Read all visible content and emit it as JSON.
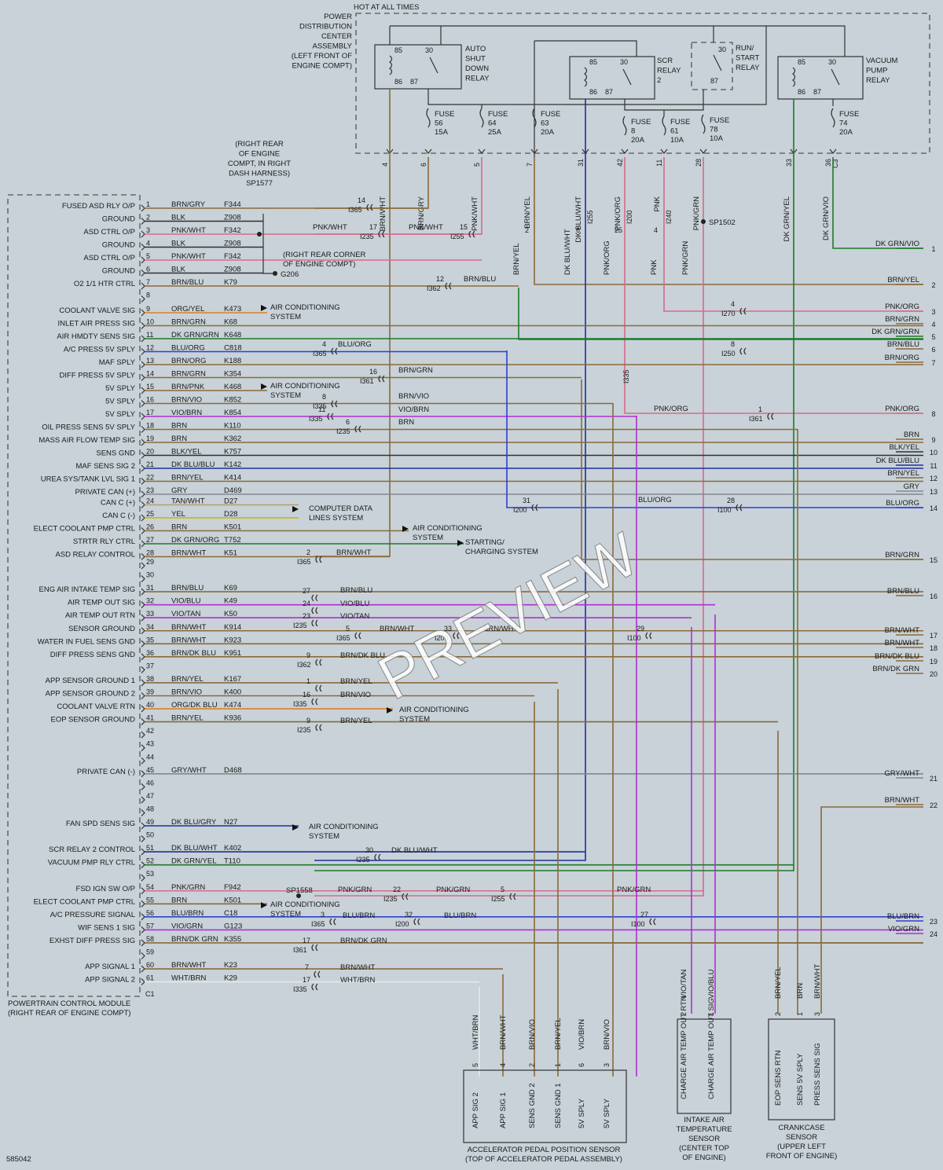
{
  "header": {
    "hot_at_all_times": "HOT AT ALL TIMES",
    "pdc": [
      "POWER",
      "DISTRIBUTION",
      "CENTER",
      "ASSEMBLY",
      "(LEFT FRONT OF",
      "ENGINE COMPT)"
    ],
    "rr_engine": [
      "(RIGHT REAR",
      "OF ENGINE",
      "COMPT, IN RIGHT",
      "DASH HARNESS)",
      "SP1577"
    ],
    "rr_corner": [
      "(RIGHT REAR CORNER",
      "OF ENGINE COMPT)"
    ],
    "g206": "G206",
    "sp1502": "SP1502",
    "sp1558": "SP1558"
  },
  "relays": [
    {
      "name": [
        "AUTO",
        "SHUT",
        "DOWN",
        "RELAY"
      ]
    },
    {
      "name": [
        "SCR",
        "RELAY",
        "2"
      ]
    },
    {
      "name": [
        "RUN/",
        "START",
        "RELAY"
      ]
    },
    {
      "name": [
        "VACUUM",
        "PUMP",
        "RELAY"
      ]
    }
  ],
  "relay_pins": [
    "85",
    "30",
    "86",
    "87"
  ],
  "fuses": [
    {
      "label": [
        "FUSE",
        "56",
        "15A"
      ]
    },
    {
      "label": [
        "FUSE",
        "64",
        "25A"
      ]
    },
    {
      "label": [
        "FUSE",
        "63",
        "20A"
      ]
    },
    {
      "label": [
        "FUSE",
        "8",
        "20A"
      ]
    },
    {
      "label": [
        "FUSE",
        "61",
        "10A"
      ]
    },
    {
      "label": [
        "FUSE",
        "78",
        "10A"
      ]
    },
    {
      "label": [
        "FUSE",
        "74",
        "20A"
      ]
    }
  ],
  "pdc_pins": [
    "4",
    "6",
    "5",
    "7",
    "31",
    "42",
    "11",
    "28",
    "33",
    "36"
  ],
  "pdc_connector": "C3",
  "vertical_wire_labels": [
    "BRN/WHT",
    "BRN/GRY",
    "PNK/WHT",
    "BRN/YEL",
    "DK BLU/WHT",
    "PNK/ORG",
    "PNK",
    "PNK/GRN",
    "DK GRN/YEL",
    "DK GRN/VIO"
  ],
  "pcm": {
    "name": [
      "POWERTRAIN CONTROL MODULE",
      "(RIGHT REAR OF ENGINE COMPT)"
    ],
    "connector": "C1",
    "pins": [
      {
        "pin": "1",
        "func": "FUSED ASD RLY O/P",
        "color": "BRN/GRY",
        "circuit": "F344"
      },
      {
        "pin": "2",
        "func": "GROUND",
        "color": "BLK",
        "circuit": "Z908"
      },
      {
        "pin": "3",
        "func": "ASD CTRL O/P",
        "color": "PNK/WHT",
        "circuit": "F342"
      },
      {
        "pin": "4",
        "func": "GROUND",
        "color": "BLK",
        "circuit": "Z908"
      },
      {
        "pin": "5",
        "func": "ASD CTRL O/P",
        "color": "PNK/WHT",
        "circuit": "F342"
      },
      {
        "pin": "6",
        "func": "GROUND",
        "color": "BLK",
        "circuit": "Z908"
      },
      {
        "pin": "7",
        "func": "O2 1/1 HTR CTRL",
        "color": "BRN/BLU",
        "circuit": "K79"
      },
      {
        "pin": "8",
        "func": "",
        "color": "",
        "circuit": ""
      },
      {
        "pin": "9",
        "func": "COOLANT VALVE SIG",
        "color": "ORG/YEL",
        "circuit": "K473"
      },
      {
        "pin": "10",
        "func": "INLET AIR PRESS SIG",
        "color": "BRN/GRN",
        "circuit": "K68"
      },
      {
        "pin": "11",
        "func": "AIR HMDTY SENS SIG",
        "color": "DK GRN/GRN",
        "circuit": "K648"
      },
      {
        "pin": "12",
        "func": "A/C PRESS 5V SPLY",
        "color": "BLU/ORG",
        "circuit": "C818"
      },
      {
        "pin": "13",
        "func": "MAF SPLY",
        "color": "BRN/ORG",
        "circuit": "K188"
      },
      {
        "pin": "14",
        "func": "DIFF PRESS 5V SPLY",
        "color": "BRN/GRN",
        "circuit": "K354"
      },
      {
        "pin": "15",
        "func": "5V SPLY",
        "color": "BRN/PNK",
        "circuit": "K468"
      },
      {
        "pin": "16",
        "func": "5V SPLY",
        "color": "BRN/VIO",
        "circuit": "K852"
      },
      {
        "pin": "17",
        "func": "5V SPLY",
        "color": "VIO/BRN",
        "circuit": "K854"
      },
      {
        "pin": "18",
        "func": "OIL PRESS SENS 5V SPLY",
        "color": "BRN",
        "circuit": "K110"
      },
      {
        "pin": "19",
        "func": "MASS AIR FLOW TEMP SIG",
        "color": "BRN",
        "circuit": "K362"
      },
      {
        "pin": "20",
        "func": "SENS GND",
        "color": "BLK/YEL",
        "circuit": "K757"
      },
      {
        "pin": "21",
        "func": "MAF SENS SIG 2",
        "color": "DK BLU/BLU",
        "circuit": "K142"
      },
      {
        "pin": "22",
        "func": "UREA SYS/TANK LVL SIG 1",
        "color": "BRN/YEL",
        "circuit": "K414"
      },
      {
        "pin": "23",
        "func": "PRIVATE CAN (+)",
        "color": "GRY",
        "circuit": "D469"
      },
      {
        "pin": "24",
        "func": "CAN C (+)",
        "color": "TAN/WHT",
        "circuit": "D27"
      },
      {
        "pin": "25",
        "func": "CAN C (-)",
        "color": "YEL",
        "circuit": "D28"
      },
      {
        "pin": "26",
        "func": "ELECT COOLANT PMP CTRL",
        "color": "BRN",
        "circuit": "K501"
      },
      {
        "pin": "27",
        "func": "STRTR RLY CTRL",
        "color": "DK GRN/ORG",
        "circuit": "T752"
      },
      {
        "pin": "28",
        "func": "ASD RELAY CONTROL",
        "color": "BRN/WHT",
        "circuit": "K51"
      },
      {
        "pin": "29",
        "func": "",
        "color": "",
        "circuit": ""
      },
      {
        "pin": "30",
        "func": "",
        "color": "",
        "circuit": ""
      },
      {
        "pin": "31",
        "func": "ENG AIR INTAKE TEMP SIG",
        "color": "BRN/BLU",
        "circuit": "K69"
      },
      {
        "pin": "32",
        "func": "AIR TEMP OUT SIG",
        "color": "VIO/BLU",
        "circuit": "K49"
      },
      {
        "pin": "33",
        "func": "AIR TEMP OUT RTN",
        "color": "VIO/TAN",
        "circuit": "K50"
      },
      {
        "pin": "34",
        "func": "SENSOR GROUND",
        "color": "BRN/WHT",
        "circuit": "K914"
      },
      {
        "pin": "35",
        "func": "WATER IN FUEL SENS GND",
        "color": "BRN/WHT",
        "circuit": "K923"
      },
      {
        "pin": "36",
        "func": "DIFF PRESS SENS GND",
        "color": "BRN/DK BLU",
        "circuit": "K951"
      },
      {
        "pin": "37",
        "func": "",
        "color": "",
        "circuit": ""
      },
      {
        "pin": "38",
        "func": "APP SENSOR GROUND 1",
        "color": "BRN/YEL",
        "circuit": "K167"
      },
      {
        "pin": "39",
        "func": "APP SENSOR GROUND 2",
        "color": "BRN/VIO",
        "circuit": "K400"
      },
      {
        "pin": "40",
        "func": "COOLANT VALVE RTN",
        "color": "ORG/DK BLU",
        "circuit": "K474"
      },
      {
        "pin": "41",
        "func": "EOP SENSOR GROUND",
        "color": "BRN/YEL",
        "circuit": "K936"
      },
      {
        "pin": "42",
        "func": "",
        "color": "",
        "circuit": ""
      },
      {
        "pin": "43",
        "func": "",
        "color": "",
        "circuit": ""
      },
      {
        "pin": "44",
        "func": "",
        "color": "",
        "circuit": ""
      },
      {
        "pin": "45",
        "func": "PRIVATE CAN (-)",
        "color": "GRY/WHT",
        "circuit": "D468"
      },
      {
        "pin": "46",
        "func": "",
        "color": "",
        "circuit": ""
      },
      {
        "pin": "47",
        "func": "",
        "color": "",
        "circuit": ""
      },
      {
        "pin": "48",
        "func": "",
        "color": "",
        "circuit": ""
      },
      {
        "pin": "49",
        "func": "FAN SPD SENS SIG",
        "color": "DK BLU/GRY",
        "circuit": "N27"
      },
      {
        "pin": "50",
        "func": "",
        "color": "",
        "circuit": ""
      },
      {
        "pin": "51",
        "func": "SCR RELAY 2 CONTROL",
        "color": "DK BLU/WHT",
        "circuit": "K402"
      },
      {
        "pin": "52",
        "func": "VACUUM PMP RLY CTRL",
        "color": "DK GRN/YEL",
        "circuit": "T110"
      },
      {
        "pin": "53",
        "func": "",
        "color": "",
        "circuit": ""
      },
      {
        "pin": "54",
        "func": "FSD IGN SW O/P",
        "color": "PNK/GRN",
        "circuit": "F942"
      },
      {
        "pin": "55",
        "func": "ELECT COOLANT PMP CTRL",
        "color": "BRN",
        "circuit": "K501"
      },
      {
        "pin": "56",
        "func": "A/C PRESSURE SIGNAL",
        "color": "BLU/BRN",
        "circuit": "C18"
      },
      {
        "pin": "57",
        "func": "WIF SENS 1 SIG",
        "color": "VIO/GRN",
        "circuit": "G123"
      },
      {
        "pin": "58",
        "func": "EXHST DIFF PRESS SIG",
        "color": "BRN/DK GRN",
        "circuit": "K355"
      },
      {
        "pin": "59",
        "func": "",
        "color": "",
        "circuit": ""
      },
      {
        "pin": "60",
        "func": "APP SIGNAL 1",
        "color": "BRN/WHT",
        "circuit": "K23"
      },
      {
        "pin": "61",
        "func": "APP SIGNAL 2",
        "color": "WHT/BRN",
        "circuit": "K29"
      }
    ]
  },
  "inline_connectors": [
    {
      "pin": "14",
      "conn": "I365"
    },
    {
      "pin": "17",
      "conn": "I235"
    },
    {
      "pin": "15",
      "conn": "I255"
    },
    {
      "pin": "12",
      "conn": "I362"
    },
    {
      "pin": "4",
      "conn": "I365"
    },
    {
      "pin": "16",
      "conn": "I361"
    },
    {
      "pin": "8",
      "conn": "I335"
    },
    {
      "pin": "11",
      "conn": "I335"
    },
    {
      "pin": "6",
      "conn": "I235"
    },
    {
      "pin": "2",
      "conn": "I365"
    },
    {
      "pin": "27",
      "conn": ""
    },
    {
      "pin": "24",
      "conn": ""
    },
    {
      "pin": "23",
      "conn": "I235"
    },
    {
      "pin": "5",
      "conn": "I365"
    },
    {
      "pin": "9",
      "conn": "I362"
    },
    {
      "pin": "1",
      "conn": ""
    },
    {
      "pin": "16",
      "conn": "I335"
    },
    {
      "pin": "9",
      "conn": "I235"
    },
    {
      "pin": "30",
      "conn": "I235"
    },
    {
      "pin": "22",
      "conn": "I235"
    },
    {
      "pin": "3",
      "conn": "I365"
    },
    {
      "pin": "32",
      "conn": "I200"
    },
    {
      "pin": "17",
      "conn": "I361"
    },
    {
      "pin": "7",
      "conn": ""
    },
    {
      "pin": "17",
      "conn": "I335"
    },
    {
      "pin": "33",
      "conn": "I200"
    },
    {
      "pin": "29",
      "conn": "I100"
    },
    {
      "pin": "31",
      "conn": "I200"
    },
    {
      "pin": "28",
      "conn": "I100"
    },
    {
      "pin": "4",
      "conn": "I270"
    },
    {
      "pin": "8",
      "conn": "I250"
    },
    {
      "pin": "1",
      "conn": "I361"
    },
    {
      "pin": "5",
      "conn": "I255"
    },
    {
      "pin": "27",
      "conn": "I100"
    }
  ],
  "mid_labels": [
    "PNK/WHT",
    "PNK/WHT",
    "BRN/BLU",
    "BLU/ORG",
    "BRN/GRN",
    "BRN/VIO",
    "VIO/BRN",
    "BRN",
    "PNK/ORG",
    "BLU/ORG",
    "BRN/WHT",
    "BRN/BLU",
    "VIO/BLU",
    "VIO/TAN",
    "BRN/WHT",
    "BRN/WHT",
    "BRN/DK BLU",
    "BRN/YEL",
    "BRN/VIO",
    "BRN/YEL",
    "DK BLU/WHT",
    "PNK/GRN",
    "PNK/GRN",
    "PNK/GRN",
    "BLU/BRN",
    "BLU/BRN",
    "BRN/DK GRN",
    "BRN/WHT",
    "WHT/BRN"
  ],
  "mid_vertical_labels": [
    "BRN/YEL",
    "DK BLU/WHT",
    "PNK/ORG",
    "PNK",
    "PNK/GRN"
  ],
  "mid_vertical_pins": [
    "2",
    "6",
    "25",
    "4"
  ],
  "mid_vertical_conns": [
    "I255",
    "I200",
    "I240",
    "I335"
  ],
  "branch_labels": [
    {
      "text": [
        "AIR CONDITIONING",
        "SYSTEM"
      ]
    },
    {
      "text": [
        "AIR CONDITIONING",
        "SYSTEM"
      ]
    },
    {
      "text": [
        "COMPUTER DATA",
        "LINES SYSTEM"
      ]
    },
    {
      "text": [
        "AIR CONDITIONING",
        "SYSTEM"
      ]
    },
    {
      "text": [
        "STARTING/",
        "CHARGING SYSTEM"
      ]
    },
    {
      "text": [
        "AIR CONDITIONING",
        "SYSTEM"
      ]
    },
    {
      "text": [
        "AIR CONDITIONING",
        "SYSTEM"
      ]
    },
    {
      "text": [
        "AIR CONDITIONING",
        "SYSTEM"
      ]
    }
  ],
  "right_outputs": [
    {
      "num": "1",
      "color": "DK GRN/VIO"
    },
    {
      "num": "2",
      "color": "BRN/YEL"
    },
    {
      "num": "3",
      "color": "PNK/ORG"
    },
    {
      "num": "4",
      "color": "BRN/GRN"
    },
    {
      "num": "5",
      "color": "DK GRN/GRN"
    },
    {
      "num": "6",
      "color": "BRN/BLU"
    },
    {
      "num": "7",
      "color": "BRN/ORG"
    },
    {
      "num": "8",
      "color": "PNK/ORG"
    },
    {
      "num": "9",
      "color": "BRN"
    },
    {
      "num": "10",
      "color": "BLK/YEL"
    },
    {
      "num": "11",
      "color": "DK BLU/BLU"
    },
    {
      "num": "12",
      "color": "BRN/YEL"
    },
    {
      "num": "13",
      "color": "GRY"
    },
    {
      "num": "14",
      "color": "BLU/ORG"
    },
    {
      "num": "15",
      "color": "BRN/GRN"
    },
    {
      "num": "16",
      "color": "BRN/BLU"
    },
    {
      "num": "17",
      "color": "BRN/WHT"
    },
    {
      "num": "18",
      "color": "BRN/WHT"
    },
    {
      "num": "19",
      "color": "BRN/DK BLU"
    },
    {
      "num": "20",
      "color": "BRN/DK GRN"
    },
    {
      "num": "21",
      "color": "GRY/WHT"
    },
    {
      "num": "22",
      "color": "BRN/WHT"
    },
    {
      "num": "23",
      "color": "BLU/BRN"
    },
    {
      "num": "24",
      "color": "VIO/GRN"
    }
  ],
  "app_sensor": {
    "name": [
      "ACCELERATOR PEDAL POSITION SENSOR",
      "(TOP OF ACCELERATOR PEDAL ASSEMBLY)"
    ],
    "pins": [
      {
        "pin": "5",
        "func": "APP SIG 2",
        "color": "WHT/BRN"
      },
      {
        "pin": "4",
        "func": "APP SIG 1",
        "color": "BRN/WHT"
      },
      {
        "pin": "2",
        "func": "SENS GND 2",
        "color": "BRN/VIO"
      },
      {
        "pin": "1",
        "func": "SENS GND 1",
        "color": "BRN/YEL"
      },
      {
        "pin": "6",
        "func": "5V SPLY",
        "color": "VIO/BRN"
      },
      {
        "pin": "3",
        "func": "5V SPLY",
        "color": "BRN/VIO"
      }
    ]
  },
  "iat_sensor": {
    "name": [
      "INTAKE AIR",
      "TEMPERATURE",
      "SENSOR",
      "(CENTER TOP",
      "OF ENGINE)"
    ],
    "pins": [
      {
        "pin": "2",
        "func": "CHARGE AIR TEMP OUT RTN",
        "color": "VIO/TAN"
      },
      {
        "pin": "1",
        "func": "CHARGE AIR TEMP OUT SIG",
        "color": "VIO/BLU"
      }
    ]
  },
  "crank_sensor": {
    "name": [
      "CRANKCASE",
      "SENSOR",
      "(UPPER LEFT",
      "FRONT OF ENGINE)"
    ],
    "pins": [
      {
        "pin": "2",
        "func": "EOP SENS RTN",
        "color": "BRN/YEL"
      },
      {
        "pin": "1",
        "func": "SENS 5V SPLY",
        "color": "BRN"
      },
      {
        "pin": "3",
        "func": "PRESS SENS SIG",
        "color": "BRN/WHT"
      }
    ]
  },
  "figure_id": "585042",
  "watermark": "PREVIEW",
  "wire_colors": {
    "BRN": "#8a6a3a",
    "BLU": "#2f3fd0",
    "PNK": "#d86a8a",
    "VIO": "#b030d0",
    "GRN": "#2aa04a",
    "YEL": "#c8b400",
    "ORG": "#e08020",
    "GRY": "#7f8a90",
    "BLK": "#303030",
    "WHT": "#e8e8e8",
    "TAN": "#b89a70",
    "DKBLU": "#1f2fa0",
    "DKGRN": "#1f7a2a"
  }
}
